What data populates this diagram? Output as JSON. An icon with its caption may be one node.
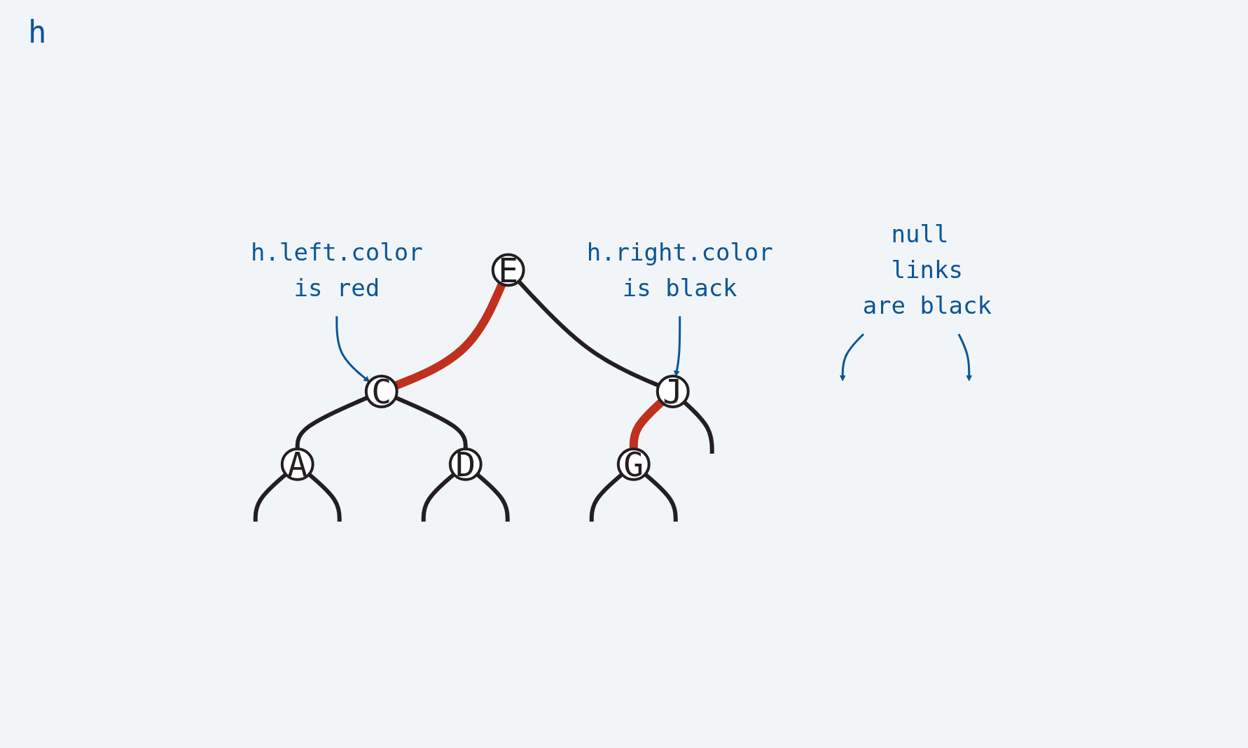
{
  "diagram": {
    "nodes": [
      {
        "text": [
          "h.left.color",
          "is red"
        ]
      },
      {
        "text": [
          "E"
        ]
      },
      {
        "text": [
          "C"
        ]
      },
      {
        "text": [
          "J"
        ]
      },
      {
        "text": [
          "A"
        ]
      },
      {
        "text": [
          "D"
        ]
      },
      {
        "text": [
          "G"
        ]
      },
      {
        "text": [
          "h.right.color",
          "is black"
        ]
      },
      {
        "text": [
          "null links",
          "are black"
        ]
      }
    ],
    "edges": [
      {
        "from": 0,
        "to": 2,
        "arrow": "to",
        "color": "#0b5596"
      },
      {
        "from": 1,
        "to": 2,
        "arrow": "none",
        "style": "thick",
        "color": "#c0301e"
      },
      {
        "from": 1,
        "to": 3,
        "arrow": "none"
      },
      {
        "from": 2,
        "to": 4,
        "arrow": "none"
      },
      {
        "from": 2,
        "to": 5,
        "arrow": "none"
      },
      {
        "from": 3,
        "to": 6,
        "arrow": "none",
        "style": "thick",
        "color": "#c0301e"
      },
      {
        "from": 3,
        "to": null,
        "arrow": "none"
      },
      {
        "from": 4,
        "to": null,
        "arrow": "none"
      },
      {
        "from": 4,
        "to": null,
        "arrow": "none"
      },
      {
        "from": 5,
        "to": null,
        "arrow": "none"
      },
      {
        "from": 5,
        "to": null,
        "arrow": "none"
      },
      {
        "from": 6,
        "to": null,
        "arrow": "none"
      },
      {
        "from": 6,
        "to": null,
        "arrow": "none"
      },
      {
        "from": 7,
        "to": 3,
        "arrow": "to",
        "color": "#0b5596"
      },
      {
        "from": 8,
        "to": null,
        "arrow": "to",
        "color": "#0b5596"
      },
      {
        "from": 8,
        "to": null,
        "arrow": "to",
        "color": "#0b5596"
      }
    ],
    "labels": [
      "h"
    ]
  }
}
